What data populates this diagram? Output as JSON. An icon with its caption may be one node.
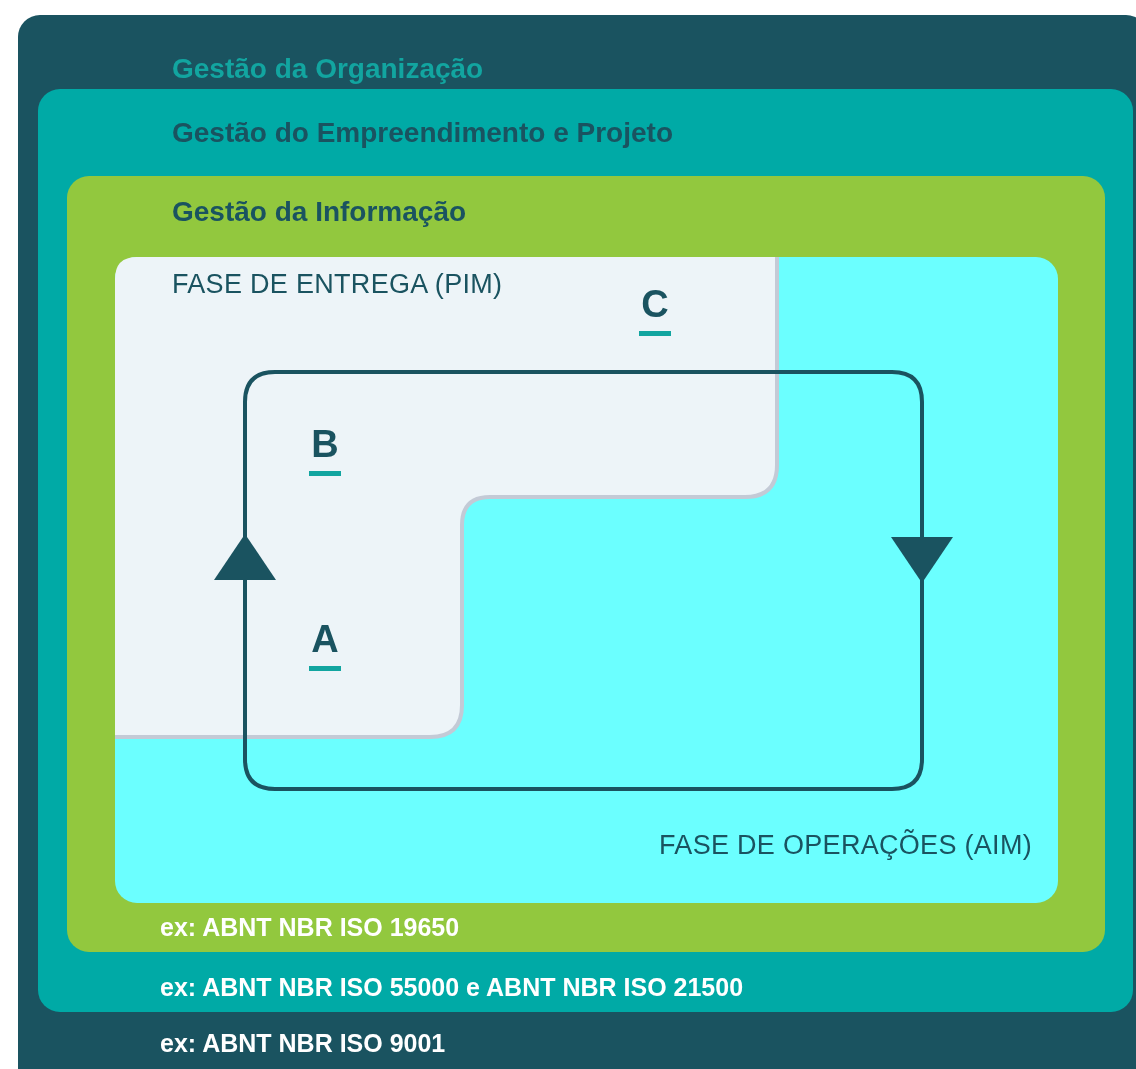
{
  "diagram": {
    "nodes": [
      {
        "text": [
          "Gestão da Organização",
          "ex: ABNT NBR ISO 9001"
        ]
      },
      {
        "text": [
          "Gestão do Empreendimento e Projeto",
          "ex: ABNT NBR ISO 55000 e ABNT NBR ISO 21500"
        ],
        "in": 0
      },
      {
        "text": [
          "Gestão da Informação",
          "ex: ABNT NBR ISO 19650"
        ],
        "in": 1
      },
      {
        "text": [
          "FASE DE OPERAÇÕES (AIM)"
        ],
        "in": 2
      },
      {
        "text": [
          "FASE DE ENTREGA (PIM)"
        ],
        "in": 3
      }
    ],
    "labels": [
      "C",
      "B",
      "A"
    ]
  }
}
